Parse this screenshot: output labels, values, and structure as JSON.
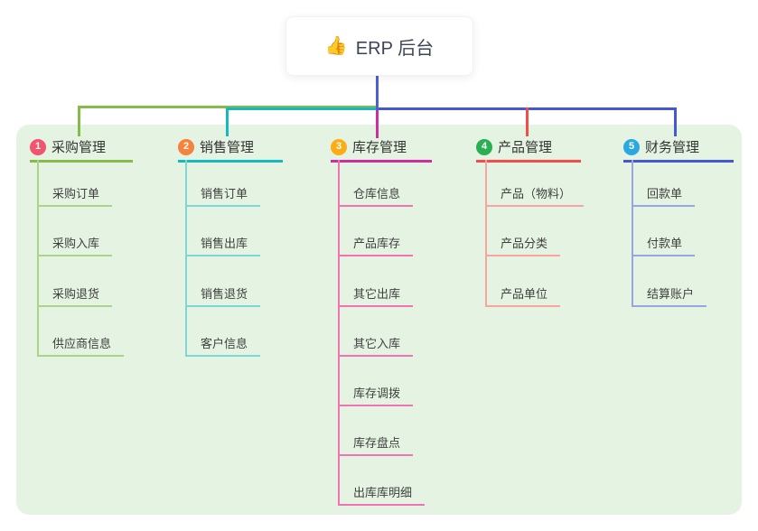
{
  "root": {
    "icon": "👍",
    "label": "ERP 后台"
  },
  "branches": [
    {
      "num": "1",
      "label": "采购管理",
      "children": [
        "采购订单",
        "采购入库",
        "采购退货",
        "供应商信息"
      ]
    },
    {
      "num": "2",
      "label": "销售管理",
      "children": [
        "销售订单",
        "销售出库",
        "销售退货",
        "客户信息"
      ]
    },
    {
      "num": "3",
      "label": "库存管理",
      "children": [
        "仓库信息",
        "产品库存",
        "其它出库",
        "其它入库",
        "库存调拨",
        "库存盘点",
        "出库库明细"
      ]
    },
    {
      "num": "4",
      "label": "产品管理",
      "children": [
        "产品（物料）",
        "产品分类",
        "产品单位"
      ]
    },
    {
      "num": "5",
      "label": "财务管理",
      "children": [
        "回款单",
        "付款单",
        "结算账户"
      ]
    }
  ],
  "palette": {
    "panel_background": "#e5f4e2",
    "root_line": "#4d5fd3",
    "branch_line_colors": [
      "#84bb4b",
      "#17b9be",
      "#cc309e",
      "#f54b4b",
      "#4459d0"
    ],
    "branch_light_colors": [
      "#abd48a",
      "#7fd6d6",
      "#f272b3",
      "#f9a49e",
      "#97a6e0"
    ],
    "badge_colors": [
      "#f2546d",
      "#f7823b",
      "#fbad18",
      "#2baf53",
      "#2ba8e0"
    ]
  }
}
